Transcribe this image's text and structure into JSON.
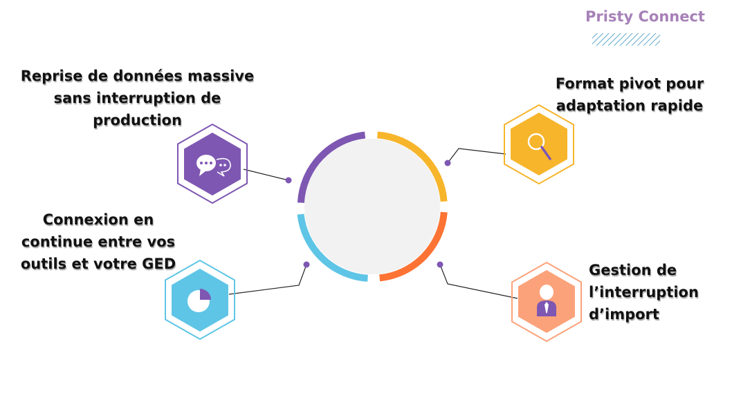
{
  "brand": {
    "name": "Pristy Connect",
    "color": "#a781b8"
  },
  "center": {
    "fill": "#f2f2f2"
  },
  "items": [
    {
      "id": "top-left",
      "label": "Reprise de données massive sans interruption de production",
      "lines": [
        "Reprise de données massive",
        "sans interruption de",
        "production"
      ],
      "color": "#7e57b2",
      "icon": "chat-bubbles-icon"
    },
    {
      "id": "top-right",
      "label": "Format pivot pour adaptation rapide",
      "lines": [
        "Format pivot pour",
        "adaptation rapide"
      ],
      "color": "#f7b52b",
      "icon": "magnifier-icon"
    },
    {
      "id": "bottom-left",
      "label": "Connexion en continue entre vos outils et votre GED",
      "lines": [
        "Connexion en",
        "continue entre vos",
        "outils et votre GED"
      ],
      "color": "#5fc5e6",
      "icon": "pie-chart-icon"
    },
    {
      "id": "bottom-right",
      "label": "Gestion de l’interruption d’import",
      "lines": [
        "Gestion de",
        "l’interruption",
        "d’import"
      ],
      "color": "#fca27a",
      "icon": "person-icon"
    }
  ],
  "ring_colors": {
    "top-left": "#7e57b2",
    "top-right": "#f7b52b",
    "bottom-right": "#fd7334",
    "bottom-left": "#5fc5e6"
  }
}
